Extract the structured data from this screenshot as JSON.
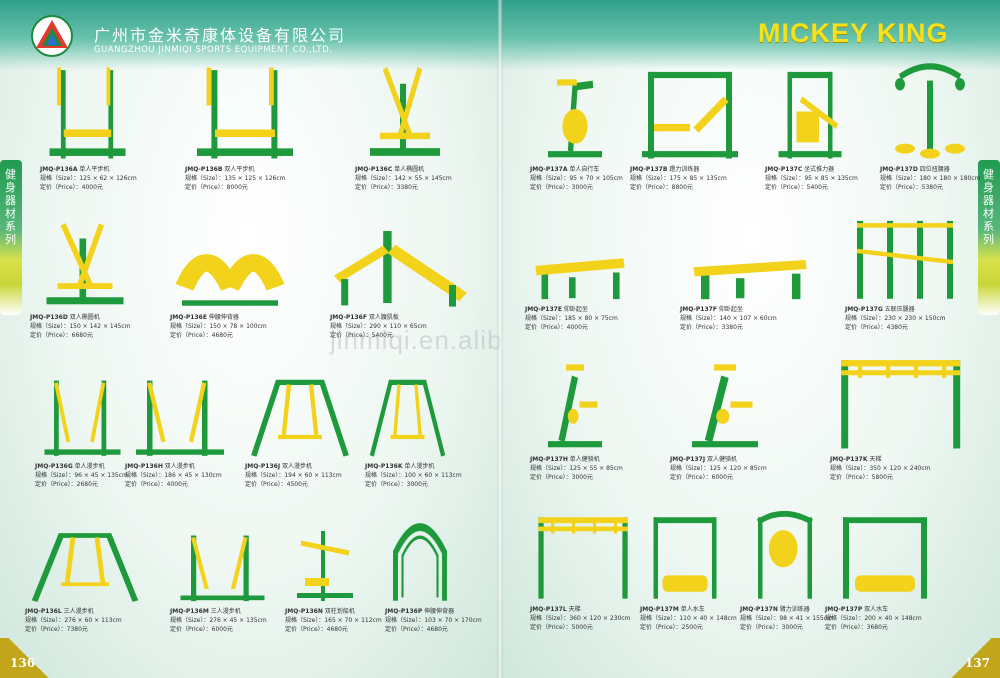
{
  "header": {
    "company_cn": "广州市金米奇康体设备有限公司",
    "company_en": "GUANGZHOU JINMIQI SPORTS EQUIPMENT CO.,LTD.",
    "brand": "MICKEY  KING",
    "section_tab": "健身器材系列",
    "watermark": "jinmiqi.en.alibaba.com"
  },
  "pages": {
    "left": "136",
    "right": "137"
  },
  "colors": {
    "frame_green": "#1e9a3c",
    "accent_yellow": "#f2d21a",
    "header_teal": "#2f9f8b",
    "brand_yellow": "#f4e21c"
  },
  "products": [
    {
      "code": "JMQ-P136A",
      "name": "单人平步机",
      "size": "规格（Size）：125 × 62 × 126cm",
      "price": "定价（Price）：4000元",
      "icon": "air-walker-icon"
    },
    {
      "code": "JMQ-P136B",
      "name": "双人平步机",
      "size": "规格（Size）：135 × 125 × 126cm",
      "price": "定价（Price）：8000元",
      "icon": "air-walker-icon"
    },
    {
      "code": "JMQ-P136C",
      "name": "单人椭圆机",
      "size": "规格（Size）：142 × 55 × 145cm",
      "price": "定价（Price）：3380元",
      "icon": "elliptical-icon"
    },
    {
      "code": "JMQ-P137A",
      "name": "单人自行车",
      "size": "规格（Size）：95 × 70 × 105cm",
      "price": "定价（Price）：3000元",
      "icon": "bicycle-icon"
    },
    {
      "code": "JMQ-P137B",
      "name": "蹬力训练器",
      "size": "规格（Size）：175 × 85 × 135cm",
      "price": "定价（Price）：8800元",
      "icon": "leg-press-icon"
    },
    {
      "code": "JMQ-P137C",
      "name": "坐式推力器",
      "size": "规格（Size）：95 × 85 × 135cm",
      "price": "定价（Price）：5400元",
      "icon": "chest-press-icon"
    },
    {
      "code": "JMQ-P137D",
      "name": "四位扭腰器",
      "size": "规格（Size）：180 × 180 × 180cm",
      "price": "定价（Price）：5380元",
      "icon": "waist-twister-icon"
    },
    {
      "code": "JMQ-P136D",
      "name": "双人椭圆机",
      "size": "规格（Size）：150 × 142 × 145cm",
      "price": "定价（Price）：6680元",
      "icon": "elliptical-icon"
    },
    {
      "code": "JMQ-P136E",
      "name": "伸腰伸背器",
      "size": "规格（Size）：150 × 78 × 100cm",
      "price": "定价（Price）：4680元",
      "icon": "back-stretcher-icon"
    },
    {
      "code": "JMQ-P136F",
      "name": "双人腹肌板",
      "size": "规格（Size）：290 × 110 × 65cm",
      "price": "定价（Price）：5400元",
      "icon": "sit-up-board-icon"
    },
    {
      "code": "JMQ-P137E",
      "name": "仰卧起坐",
      "size": "规格（Size）：185 × 80 × 75cm",
      "price": "定价（Price）：4000元",
      "icon": "sit-up-bench-icon"
    },
    {
      "code": "JMQ-P137F",
      "name": "仰卧起坐",
      "size": "规格（Size）：140 × 107 × 60cm",
      "price": "定价（Price）：3380元",
      "icon": "sit-up-bench-icon"
    },
    {
      "code": "JMQ-P137G",
      "name": "五联压腿器",
      "size": "规格（Size）：230 × 230 × 150cm",
      "price": "定价（Price）：4380元",
      "icon": "leg-stretch-bars-icon"
    },
    {
      "code": "JMQ-P136G",
      "name": "单人漫步机",
      "size": "规格（Size）：96 × 45 × 135cm",
      "price": "定价（Price）：2680元",
      "icon": "walker-icon"
    },
    {
      "code": "JMQ-P136H",
      "name": "双人漫步机",
      "size": "规格（Size）：186 × 45 × 130cm",
      "price": "定价（Price）：4000元",
      "icon": "walker-icon"
    },
    {
      "code": "JMQ-P136J",
      "name": "双人漫步机",
      "size": "规格（Size）：194 × 60 × 113cm",
      "price": "定价（Price）：4500元",
      "icon": "swing-walker-icon"
    },
    {
      "code": "JMQ-P136K",
      "name": "单人漫步机",
      "size": "规格（Size）：100 × 60 × 113cm",
      "price": "定价（Price）：3000元",
      "icon": "swing-walker-icon"
    },
    {
      "code": "JMQ-P137H",
      "name": "单人健骑机",
      "size": "规格（Size）：125 × 55 × 85cm",
      "price": "定价（Price）：3000元",
      "icon": "rider-icon"
    },
    {
      "code": "JMQ-P137J",
      "name": "双人健骑机",
      "size": "规格（Size）：125 × 120 × 85cm",
      "price": "定价（Price）：6000元",
      "icon": "rider-icon"
    },
    {
      "code": "JMQ-P137K",
      "name": "天梯",
      "size": "规格（Size）：350 × 120 × 240cm",
      "price": "定价（Price）：5800元",
      "icon": "monkey-bars-icon"
    },
    {
      "code": "JMQ-P136L",
      "name": "三人漫步机",
      "size": "规格（Size）：276 × 60 × 113cm",
      "price": "定价（Price）：7380元",
      "icon": "swing-walker-icon"
    },
    {
      "code": "JMQ-P136M",
      "name": "三人漫步机",
      "size": "规格（Size）：276 × 45 × 135cm",
      "price": "定价（Price）：6000元",
      "icon": "walker-icon"
    },
    {
      "code": "JMQ-P136N",
      "name": "双柱划船机",
      "size": "规格（Size）：165 × 70 × 112cm",
      "price": "定价（Price）：4680元",
      "icon": "rowing-icon"
    },
    {
      "code": "JMQ-P136P",
      "name": "伸腰伸背器",
      "size": "规格（Size）：103 × 70 × 170cm",
      "price": "定价（Price）：4680元",
      "icon": "arch-stretcher-icon"
    },
    {
      "code": "JMQ-P137L",
      "name": "天梯",
      "size": "规格（Size）：360 × 120 × 230cm",
      "price": "定价（Price）：5000元",
      "icon": "monkey-bars-icon"
    },
    {
      "code": "JMQ-P137M",
      "name": "单人水车",
      "size": "规格（Size）：110 × 40 × 148cm",
      "price": "定价（Price）：2500元",
      "icon": "water-wheel-icon"
    },
    {
      "code": "JMQ-P137N",
      "name": "臂力训练器",
      "size": "规格（Size）：98 × 41 × 155cm",
      "price": "定价（Price）：3000元",
      "icon": "arm-wheel-icon"
    },
    {
      "code": "JMQ-P137P",
      "name": "双人水车",
      "size": "规格（Size）：200 × 40 × 148cm",
      "price": "定价（Price）：3680元",
      "icon": "water-wheel-icon"
    }
  ]
}
